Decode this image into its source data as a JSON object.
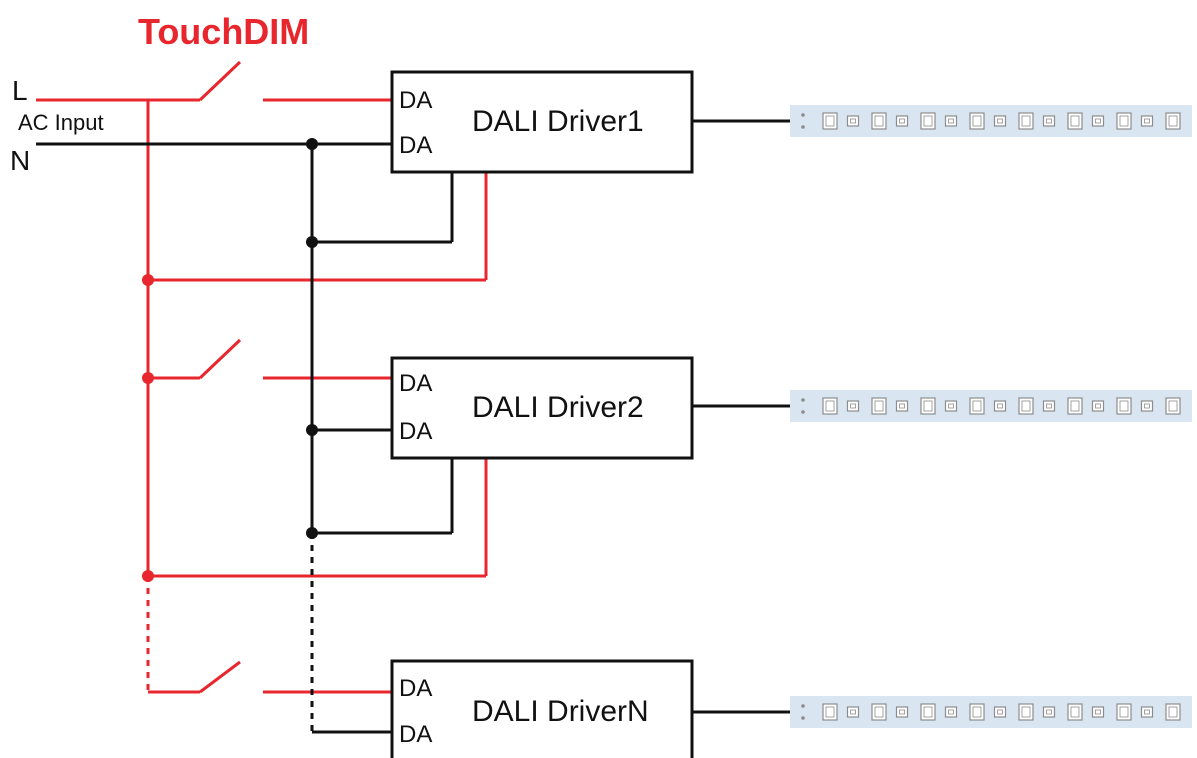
{
  "title": "TouchDIM",
  "input": {
    "line_label": "L",
    "ac_label": "AC Input",
    "neutral_label": "N"
  },
  "drivers": [
    {
      "name": "DALI Driver1",
      "port_top": "DA",
      "port_bottom": "DA"
    },
    {
      "name": "DALI Driver2",
      "port_top": "DA",
      "port_bottom": "DA"
    },
    {
      "name": "DALI DriverN",
      "port_top": "DA",
      "port_bottom": "DA"
    }
  ],
  "colors": {
    "live_wire": "#e8262d",
    "neutral_wire": "#111111",
    "title": "#e8262d",
    "led_strip_bg": "#d9e6f2",
    "led_chip": "#8c8c8c"
  },
  "icons": {
    "switch": "switch-contact-icon",
    "junction": "junction-dot-icon",
    "led_strip": "led-strip-icon"
  }
}
